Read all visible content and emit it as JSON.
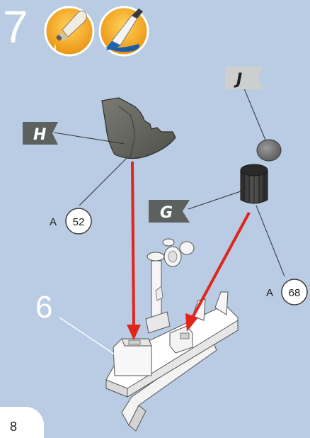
{
  "step": {
    "number": "7"
  },
  "tools": [
    {
      "name": "glue-bottle-icon"
    },
    {
      "name": "paint-brush-icon"
    }
  ],
  "parts": {
    "h": {
      "letter": "H",
      "ref_prefix": "A",
      "ref_number": "52"
    },
    "g": {
      "letter": "G",
      "ref_prefix": "A",
      "ref_number": "68"
    },
    "j": {
      "letter": "J"
    }
  },
  "assembly": {
    "label": "6"
  },
  "page": {
    "number": "8"
  },
  "colors": {
    "background": "#b9cce3",
    "arrow": "#e0251b",
    "tool_circle": "#f2a51c",
    "flag_dark": "#5c615f"
  }
}
